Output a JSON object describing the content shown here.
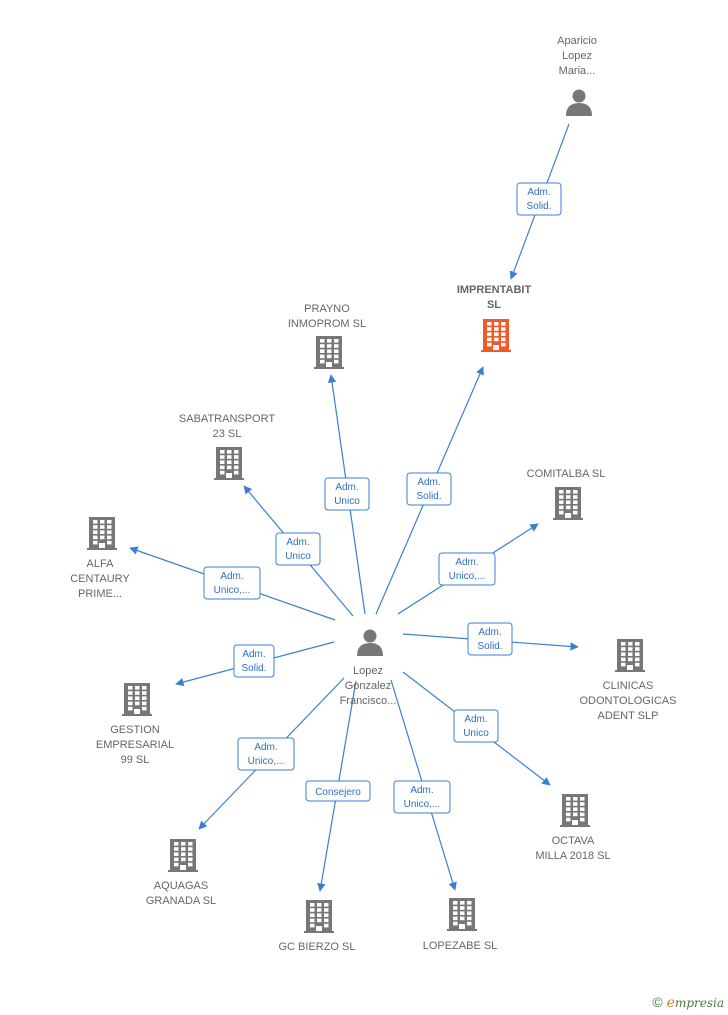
{
  "colors": {
    "edge": "#3b7fd4",
    "company": "#777777",
    "focus_company": "#f05a28",
    "person": "#777777"
  },
  "nodes": [
    {
      "id": "aparicio",
      "kind": "person",
      "lines": [
        "Aparicio",
        "Lopez",
        "Maria..."
      ]
    },
    {
      "id": "imprentabit",
      "kind": "focus",
      "lines": [
        "IMPRENTABIT",
        "SL"
      ]
    },
    {
      "id": "prayno",
      "kind": "company",
      "lines": [
        "PRAYNO",
        "INMOPROM SL"
      ]
    },
    {
      "id": "sabatransport",
      "kind": "company",
      "lines": [
        "SABATRANSPORT",
        "23  SL"
      ]
    },
    {
      "id": "comitalba",
      "kind": "company",
      "lines": [
        "COMITALBA  SL"
      ]
    },
    {
      "id": "alfa",
      "kind": "company",
      "lines": [
        "ALFA",
        "CENTAURY",
        "PRIME..."
      ]
    },
    {
      "id": "lopez",
      "kind": "person",
      "lines": [
        "Lopez",
        "Gonzalez",
        "Francisco..."
      ]
    },
    {
      "id": "clinicas",
      "kind": "company",
      "lines": [
        "CLINICAS",
        "ODONTOLOGICAS",
        "ADENT SLP"
      ]
    },
    {
      "id": "gestion",
      "kind": "company",
      "lines": [
        "GESTION",
        "EMPRESARIAL",
        "99  SL"
      ]
    },
    {
      "id": "octava",
      "kind": "company",
      "lines": [
        "OCTAVA",
        "MILLA 2018  SL"
      ]
    },
    {
      "id": "aquagas",
      "kind": "company",
      "lines": [
        "AQUAGAS",
        "GRANADA  SL"
      ]
    },
    {
      "id": "gcbierzo",
      "kind": "company",
      "lines": [
        "GC BIERZO  SL"
      ]
    },
    {
      "id": "lopezabe",
      "kind": "company",
      "lines": [
        "LOPEZABE  SL"
      ]
    }
  ],
  "edges": [
    {
      "id": "e-aparicio-imprentabit",
      "from": "aparicio",
      "to": "imprentabit",
      "lines": [
        "Adm.",
        "Solid."
      ]
    },
    {
      "id": "e-lopez-imprentabit",
      "from": "lopez",
      "to": "imprentabit",
      "lines": [
        "Adm.",
        "Solid."
      ]
    },
    {
      "id": "e-lopez-prayno",
      "from": "lopez",
      "to": "prayno",
      "lines": [
        "Adm.",
        "Unico"
      ]
    },
    {
      "id": "e-lopez-sabatransport",
      "from": "lopez",
      "to": "sabatransport",
      "lines": [
        "Adm.",
        "Unico"
      ]
    },
    {
      "id": "e-lopez-alfa",
      "from": "lopez",
      "to": "alfa",
      "lines": [
        "Adm.",
        "Unico,..."
      ]
    },
    {
      "id": "e-lopez-comitalba",
      "from": "lopez",
      "to": "comitalba",
      "lines": [
        "Adm.",
        "Unico,..."
      ]
    },
    {
      "id": "e-lopez-clinicas",
      "from": "lopez",
      "to": "clinicas",
      "lines": [
        "Adm.",
        "Solid."
      ]
    },
    {
      "id": "e-lopez-gestion",
      "from": "lopez",
      "to": "gestion",
      "lines": [
        "Adm.",
        "Solid."
      ]
    },
    {
      "id": "e-lopez-octava",
      "from": "lopez",
      "to": "octava",
      "lines": [
        "Adm.",
        "Unico"
      ]
    },
    {
      "id": "e-lopez-aquagas",
      "from": "lopez",
      "to": "aquagas",
      "lines": [
        "Adm.",
        "Unico,..."
      ]
    },
    {
      "id": "e-lopez-gcbierzo",
      "from": "lopez",
      "to": "gcbierzo",
      "lines": [
        "Consejero"
      ]
    },
    {
      "id": "e-lopez-lopezabe",
      "from": "lopez",
      "to": "lopezabe",
      "lines": [
        "Adm.",
        "Unico,..."
      ]
    }
  ],
  "brand": {
    "copyright": "©",
    "first_letter": "e",
    "rest": "mpresia"
  }
}
